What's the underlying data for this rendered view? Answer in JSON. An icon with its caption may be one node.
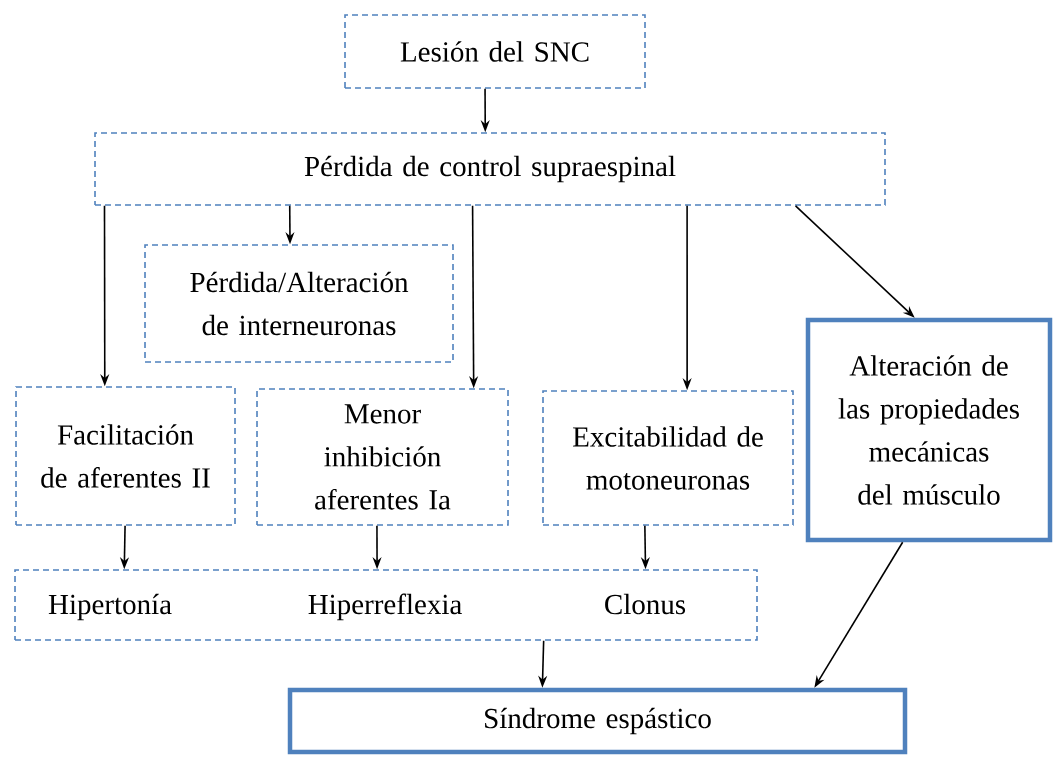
{
  "diagram": {
    "nodes": [
      {
        "text": [
          "Lesión del SNC"
        ]
      },
      {
        "text": [
          "Pérdida de control supraespinal"
        ]
      },
      {
        "text": [
          "Pérdida/Alteración de interneuronas"
        ]
      },
      {
        "text": [
          "Facilitación de aferentes II"
        ]
      },
      {
        "text": [
          "Menor inhibición aferentes Ia"
        ]
      },
      {
        "text": [
          "Excitabilidad de motoneuronas"
        ]
      },
      {
        "text": [
          "Alteración de las propiedades mecánicas del músculo"
        ]
      },
      {
        "text": [
          "Hipertonía",
          "Hiperreflexia",
          "Clonus"
        ]
      },
      {
        "text": [
          "Síndrome espástico"
        ]
      }
    ],
    "edges": [
      {
        "from": 0,
        "to": 1,
        "arrow": "to"
      },
      {
        "from": 1,
        "to": 2,
        "arrow": "to"
      },
      {
        "from": 1,
        "to": 3,
        "arrow": "to"
      },
      {
        "from": 1,
        "to": 4,
        "arrow": "to"
      },
      {
        "from": 1,
        "to": 5,
        "arrow": "to"
      },
      {
        "from": 1,
        "to": 6,
        "arrow": "to"
      },
      {
        "from": 3,
        "to": 7,
        "arrow": "to"
      },
      {
        "from": 4,
        "to": 7,
        "arrow": "to"
      },
      {
        "from": 5,
        "to": 7,
        "arrow": "to"
      },
      {
        "from": 7,
        "to": 8,
        "arrow": "to"
      },
      {
        "from": 6,
        "to": 8,
        "arrow": "to"
      }
    ]
  }
}
